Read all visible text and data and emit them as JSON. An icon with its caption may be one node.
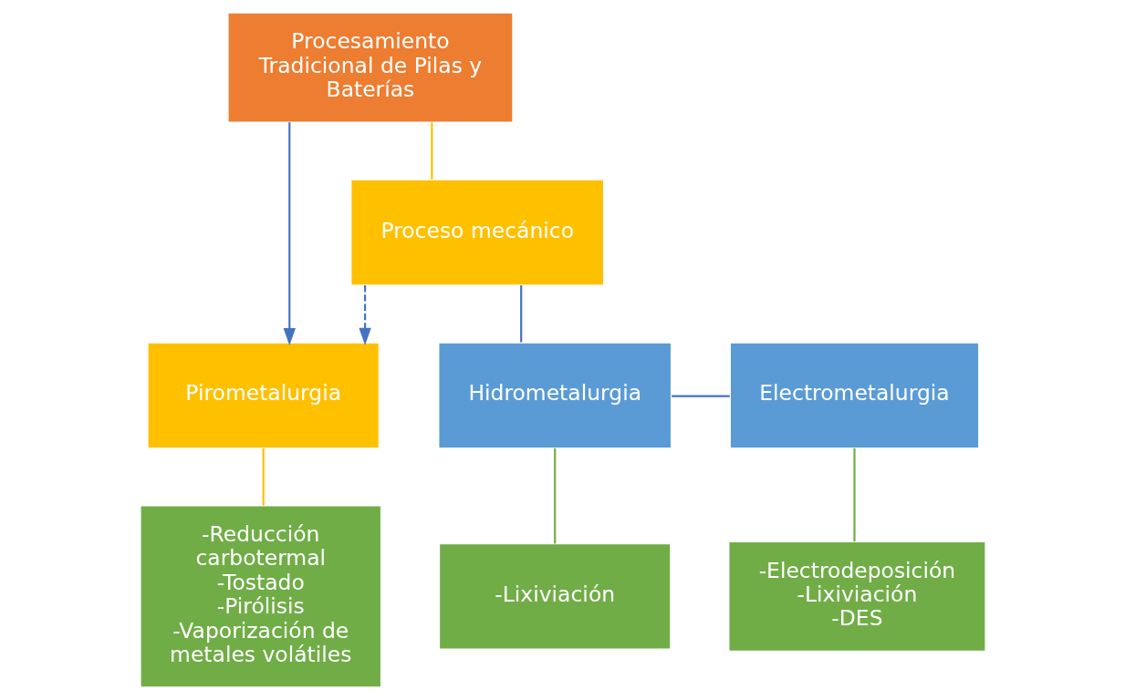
{
  "diagram": {
    "nodes": [
      {
        "text": [
          "Procesamiento Tradicional de Pilas y Baterías"
        ]
      },
      {
        "text": [
          "Proceso mecánico"
        ]
      },
      {
        "text": [
          "Pirometalurgia"
        ]
      },
      {
        "text": [
          "Hidrometalurgia"
        ]
      },
      {
        "text": [
          "Electrometalurgia"
        ]
      },
      {
        "text": [
          "-Reducción carbotermal",
          "-Tostado",
          "-Pirólisis",
          "-Vaporización de metales volátiles"
        ]
      },
      {
        "text": [
          "-Lixiviación"
        ]
      },
      {
        "text": [
          "-Electrodeposición",
          "-Lixiviación",
          "-DES"
        ]
      }
    ],
    "edges": [
      {
        "from": 0,
        "to": 1,
        "arrow": "none",
        "color": "#ffc000"
      },
      {
        "from": 0,
        "to": 2,
        "arrow": "to",
        "color": "#4472c4"
      },
      {
        "from": 1,
        "to": 2,
        "arrow": "to",
        "style": "dashed",
        "color": "#4472c4"
      },
      {
        "from": 1,
        "to": 3,
        "arrow": "none",
        "color": "#4472c4"
      },
      {
        "from": 3,
        "to": 4,
        "arrow": "none",
        "color": "#4472c4"
      },
      {
        "from": 2,
        "to": 5,
        "arrow": "none",
        "color": "#ffc000"
      },
      {
        "from": 3,
        "to": 6,
        "arrow": "none",
        "color": "#70ad47"
      },
      {
        "from": 4,
        "to": 7,
        "arrow": "none",
        "color": "#70ad47"
      }
    ]
  }
}
